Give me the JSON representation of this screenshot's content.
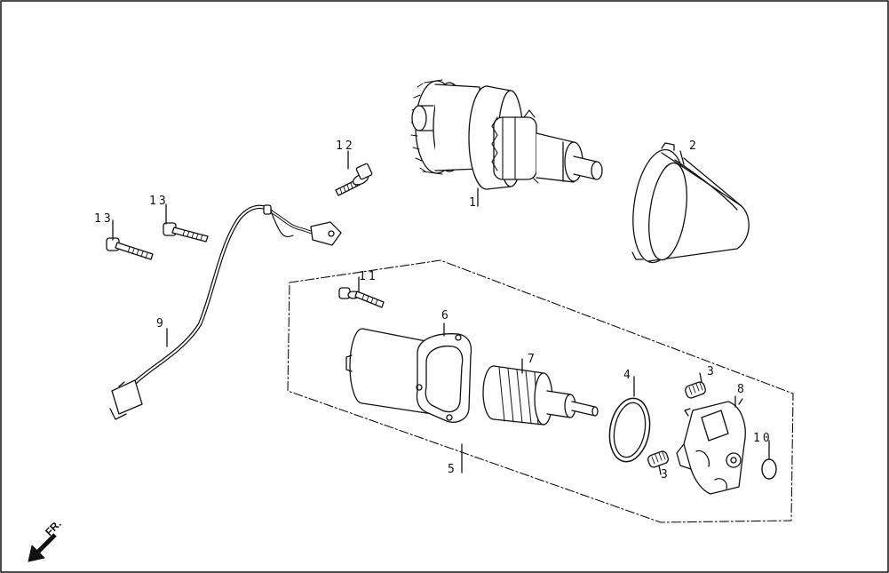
{
  "colors": {
    "line": "#111111",
    "fill": "#ffffff",
    "shade": "#d9d9d9"
  },
  "callouts": [
    {
      "id": "1",
      "text": "1"
    },
    {
      "id": "2",
      "text": "2"
    },
    {
      "id": "3a",
      "text": "3"
    },
    {
      "id": "3b",
      "text": "3"
    },
    {
      "id": "4",
      "text": "4"
    },
    {
      "id": "5",
      "text": "5"
    },
    {
      "id": "6",
      "text": "6"
    },
    {
      "id": "7",
      "text": "7"
    },
    {
      "id": "8",
      "text": "8"
    },
    {
      "id": "9",
      "text": "9"
    },
    {
      "id": "10",
      "text": "10"
    },
    {
      "id": "11",
      "text": "11"
    },
    {
      "id": "12",
      "text": "12"
    },
    {
      "id": "13a",
      "text": "13"
    },
    {
      "id": "13b",
      "text": "13"
    }
  ],
  "front_indicator": {
    "text": "FR.",
    "icon": "arrow-down-left-icon"
  }
}
